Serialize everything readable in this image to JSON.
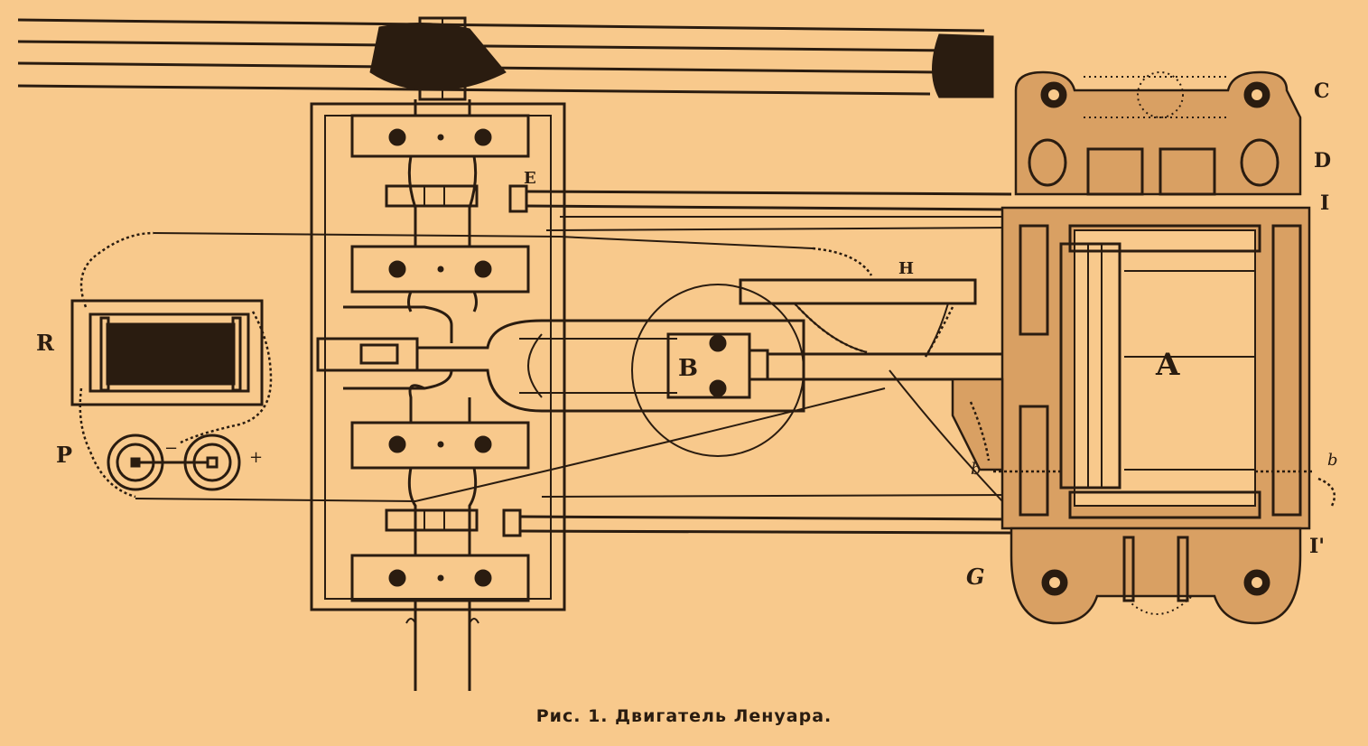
{
  "figure": {
    "caption": "Рис. 1. Двигатель Ленуара."
  },
  "labels": {
    "A": "A",
    "B": "B",
    "C": "C",
    "D": "D",
    "E": "E",
    "G": "G",
    "H": "H",
    "P": "P",
    "R": "R",
    "I": "I",
    "I_prime": "I'",
    "b_left": "b",
    "b_right": "b",
    "minus": "−",
    "plus": "+"
  }
}
